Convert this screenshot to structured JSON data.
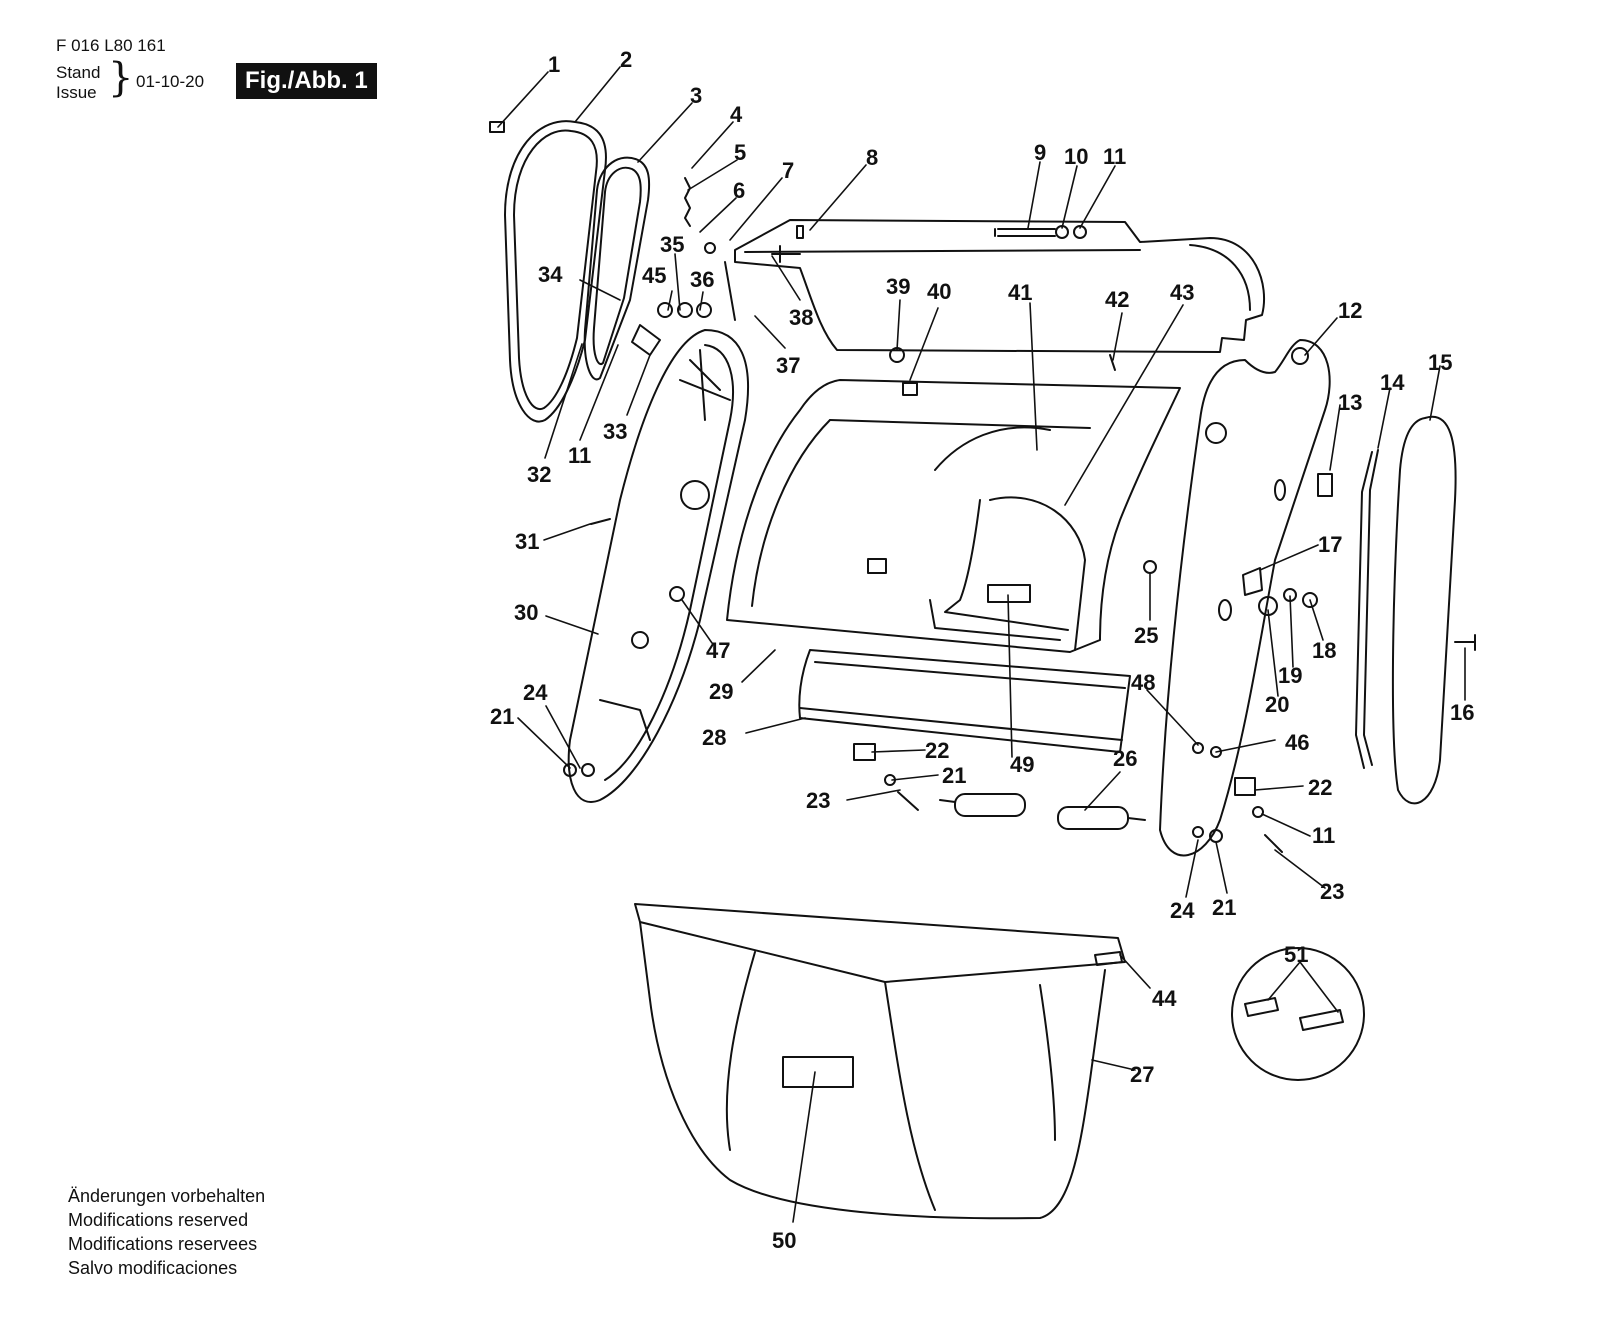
{
  "header": {
    "part_number": "F 016 L80 161",
    "stand_label": "Stand",
    "issue_label": "Issue",
    "brace": "}",
    "date": "01-10-20",
    "figure_badge": "Fig./Abb. 1"
  },
  "footer_notes": [
    "Änderungen vorbehalten",
    "Modifications reserved",
    "Modifications reservees",
    "Salvo modificaciones"
  ],
  "callouts": [
    "1",
    "2",
    "3",
    "4",
    "5",
    "6",
    "7",
    "8",
    "9",
    "10",
    "11",
    "35",
    "34",
    "45",
    "36",
    "38",
    "39",
    "40",
    "41",
    "42",
    "43",
    "12",
    "37",
    "33",
    "11",
    "32",
    "13",
    "14",
    "15",
    "31",
    "17",
    "30",
    "47",
    "25",
    "18",
    "19",
    "20",
    "29",
    "24",
    "21",
    "48",
    "16",
    "46",
    "28",
    "22",
    "49",
    "26",
    "21",
    "22",
    "23",
    "11",
    "23",
    "24",
    "21",
    "44",
    "51",
    "27",
    "50"
  ],
  "colors": {
    "ink": "#111111",
    "badge_bg": "#111111",
    "badge_text": "#ffffff",
    "paper": "#ffffff"
  }
}
